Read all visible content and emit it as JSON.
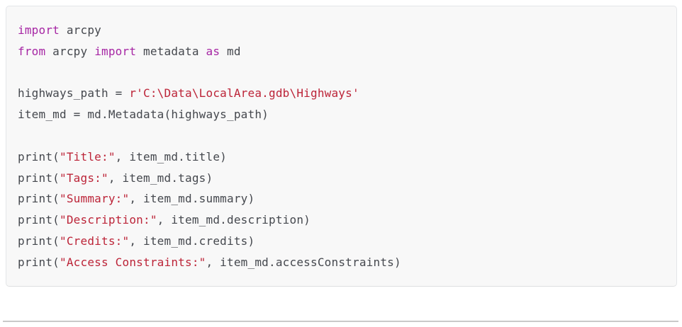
{
  "page": {
    "background": "#ffffff"
  },
  "code_block": {
    "language": "python",
    "background": "#f8f8f8",
    "border_color": "#e4e6e8",
    "syntax_colors": {
      "keyword": "#a626a4",
      "string": "#bc2438",
      "plain": "#45484e"
    },
    "lines": [
      {
        "tokens": [
          {
            "c": "keyword",
            "t": "import"
          },
          {
            "c": "plain",
            "t": " arcpy"
          }
        ]
      },
      {
        "tokens": [
          {
            "c": "keyword",
            "t": "from"
          },
          {
            "c": "plain",
            "t": " arcpy "
          },
          {
            "c": "keyword",
            "t": "import"
          },
          {
            "c": "plain",
            "t": " metadata "
          },
          {
            "c": "keyword",
            "t": "as"
          },
          {
            "c": "plain",
            "t": " md"
          }
        ]
      },
      {
        "tokens": []
      },
      {
        "tokens": [
          {
            "c": "plain",
            "t": "highways_path = "
          },
          {
            "c": "string",
            "t": "r'C:\\Data\\LocalArea.gdb\\Highways'"
          }
        ]
      },
      {
        "tokens": [
          {
            "c": "plain",
            "t": "item_md = md.Metadata(highways_path)"
          }
        ]
      },
      {
        "tokens": []
      },
      {
        "tokens": [
          {
            "c": "plain",
            "t": "print("
          },
          {
            "c": "string",
            "t": "\"Title:\""
          },
          {
            "c": "plain",
            "t": ", item_md.title)"
          }
        ]
      },
      {
        "tokens": [
          {
            "c": "plain",
            "t": "print("
          },
          {
            "c": "string",
            "t": "\"Tags:\""
          },
          {
            "c": "plain",
            "t": ", item_md.tags)"
          }
        ]
      },
      {
        "tokens": [
          {
            "c": "plain",
            "t": "print("
          },
          {
            "c": "string",
            "t": "\"Summary:\""
          },
          {
            "c": "plain",
            "t": ", item_md.summary)"
          }
        ]
      },
      {
        "tokens": [
          {
            "c": "plain",
            "t": "print("
          },
          {
            "c": "string",
            "t": "\"Description:\""
          },
          {
            "c": "plain",
            "t": ", item_md.description)"
          }
        ]
      },
      {
        "tokens": [
          {
            "c": "plain",
            "t": "print("
          },
          {
            "c": "string",
            "t": "\"Credits:\""
          },
          {
            "c": "plain",
            "t": ", item_md.credits)"
          }
        ]
      },
      {
        "tokens": [
          {
            "c": "plain",
            "t": "print("
          },
          {
            "c": "string",
            "t": "\"Access Constraints:\""
          },
          {
            "c": "plain",
            "t": ", item_md.accessConstraints)"
          }
        ]
      }
    ]
  },
  "divider": {
    "color": "#c9c9c9"
  }
}
